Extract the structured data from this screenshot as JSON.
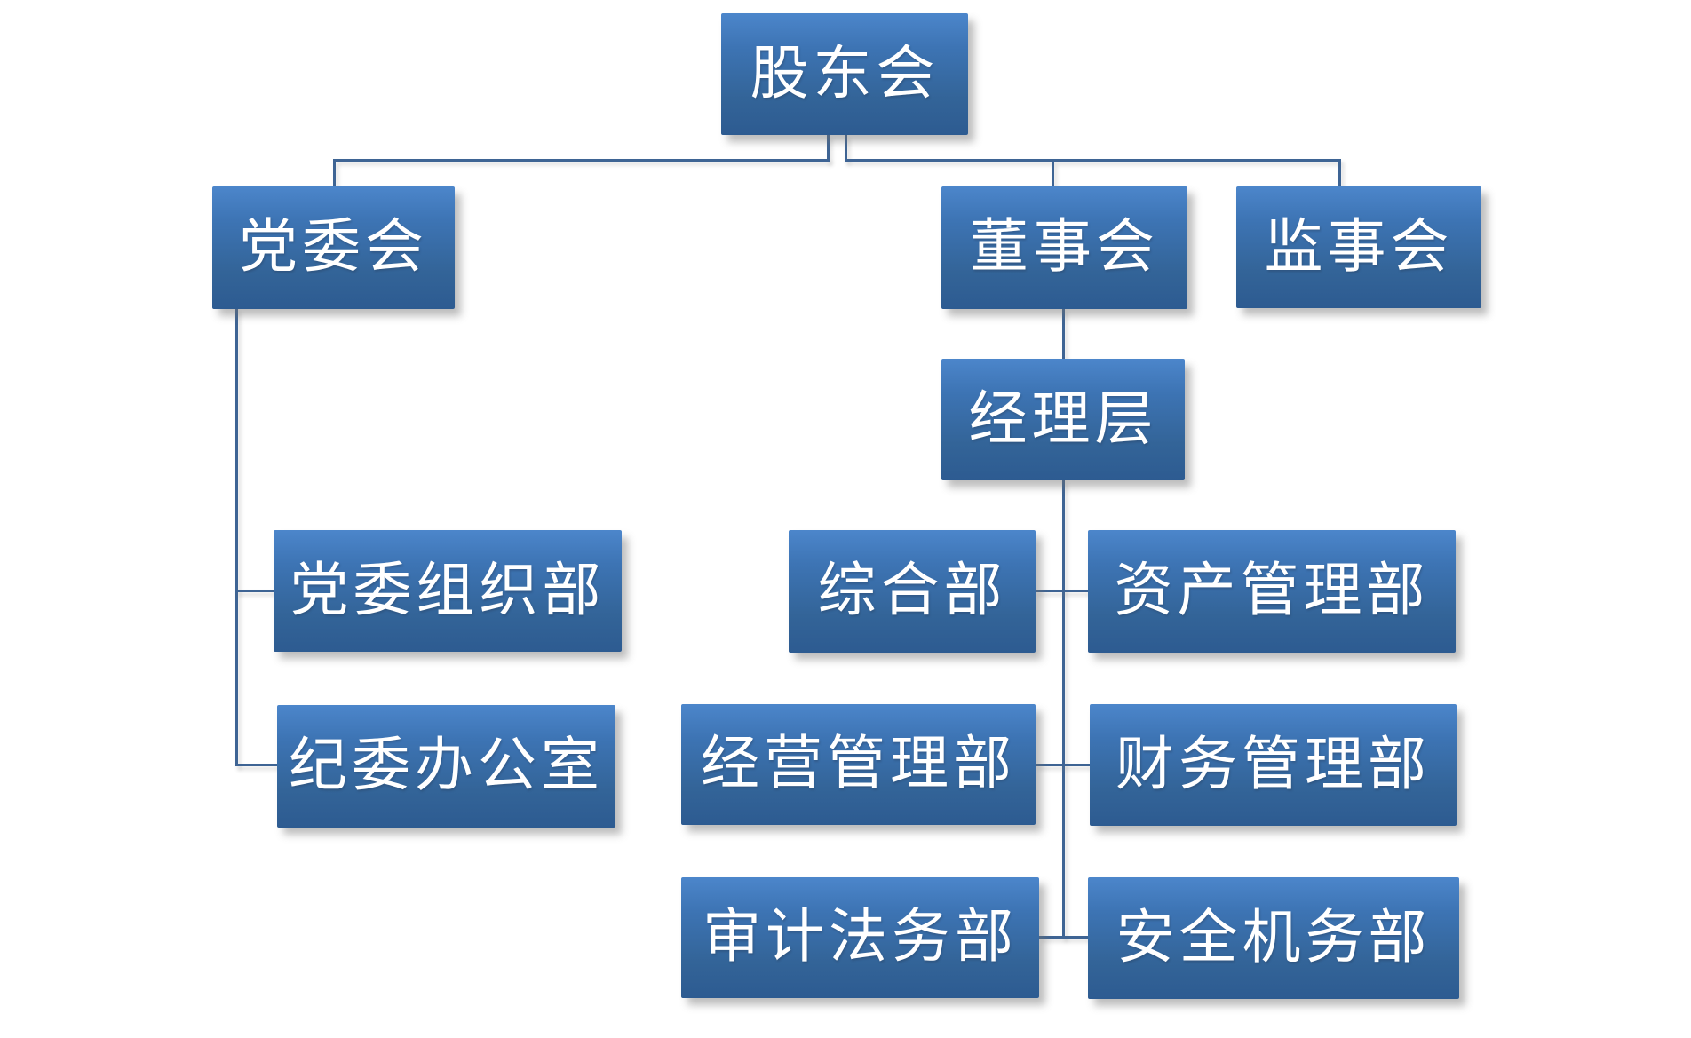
{
  "org_chart": {
    "nodes": [
      {
        "id": "gudonghui",
        "label": "股东会",
        "level": 1
      },
      {
        "id": "dangweihui",
        "label": "党委会",
        "level": 2
      },
      {
        "id": "dongshihui",
        "label": "董事会",
        "level": 2
      },
      {
        "id": "jianshihui",
        "label": "监事会",
        "level": 2
      },
      {
        "id": "jinglicheng",
        "label": "经理层",
        "level": 3
      },
      {
        "id": "dangwei-zuzhibu",
        "label": "党委组织部",
        "level": 3
      },
      {
        "id": "zonghebu",
        "label": "综合部",
        "level": 4
      },
      {
        "id": "zichan-guanlibu",
        "label": "资产管理部",
        "level": 4
      },
      {
        "id": "jiwei-bangongshi",
        "label": "纪委办公室",
        "level": 3
      },
      {
        "id": "jingying-guanlibu",
        "label": "经营管理部",
        "level": 4
      },
      {
        "id": "caiwu-guanlibu",
        "label": "财务管理部",
        "level": 4
      },
      {
        "id": "shenji-fawubu",
        "label": "审计法务部",
        "level": 4
      },
      {
        "id": "anquan-jiwubu",
        "label": "安全机务部",
        "level": 4
      }
    ],
    "edges": [
      {
        "from": "股东会",
        "to": "党委会"
      },
      {
        "from": "股东会",
        "to": "董事会"
      },
      {
        "from": "股东会",
        "to": "监事会"
      },
      {
        "from": "党委会",
        "to": "党委组织部"
      },
      {
        "from": "党委会",
        "to": "纪委办公室"
      },
      {
        "from": "董事会",
        "to": "经理层"
      },
      {
        "from": "经理层",
        "to": "综合部"
      },
      {
        "from": "经理层",
        "to": "资产管理部"
      },
      {
        "from": "经理层",
        "to": "经营管理部"
      },
      {
        "from": "经理层",
        "to": "财务管理部"
      },
      {
        "from": "经理层",
        "to": "审计法务部"
      },
      {
        "from": "经理层",
        "to": "安全机务部"
      }
    ],
    "colors": {
      "node_fill_top": "#4c86cb",
      "node_fill_bottom": "#2d5b91",
      "node_text": "#ffffff",
      "connector": "#3e6494",
      "background": "#ffffff"
    }
  }
}
